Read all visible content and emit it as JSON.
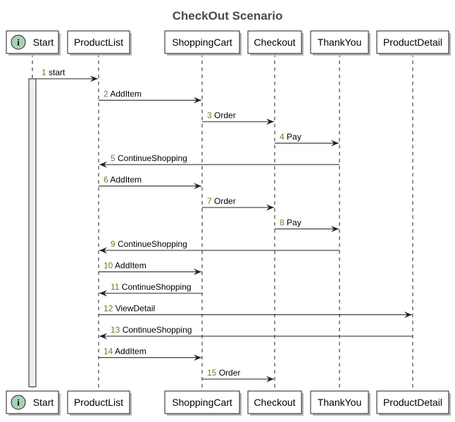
{
  "title": "CheckOut Scenario",
  "participants": [
    {
      "id": "start",
      "label": "Start",
      "badge": "i",
      "badge_color": "#a9d1b5"
    },
    {
      "id": "productlist",
      "label": "ProductList"
    },
    {
      "id": "shoppingcart",
      "label": "ShoppingCart"
    },
    {
      "id": "checkout",
      "label": "Checkout"
    },
    {
      "id": "thankyou",
      "label": "ThankYou"
    },
    {
      "id": "productdetail",
      "label": "ProductDetail"
    }
  ],
  "messages": [
    {
      "num": "1",
      "label": "start",
      "from": "start",
      "to": "productlist"
    },
    {
      "num": "2",
      "label": "AddItem",
      "from": "productlist",
      "to": "shoppingcart"
    },
    {
      "num": "3",
      "label": "Order",
      "from": "shoppingcart",
      "to": "checkout"
    },
    {
      "num": "4",
      "label": "Pay",
      "from": "checkout",
      "to": "thankyou"
    },
    {
      "num": "5",
      "label": "ContinueShopping",
      "from": "thankyou",
      "to": "productlist"
    },
    {
      "num": "6",
      "label": "AddItem",
      "from": "productlist",
      "to": "shoppingcart"
    },
    {
      "num": "7",
      "label": "Order",
      "from": "shoppingcart",
      "to": "checkout"
    },
    {
      "num": "8",
      "label": "Pay",
      "from": "checkout",
      "to": "thankyou"
    },
    {
      "num": "9",
      "label": "ContinueShopping",
      "from": "thankyou",
      "to": "productlist"
    },
    {
      "num": "10",
      "label": "AddItem",
      "from": "productlist",
      "to": "shoppingcart"
    },
    {
      "num": "11",
      "label": "ContinueShopping",
      "from": "shoppingcart",
      "to": "productlist"
    },
    {
      "num": "12",
      "label": "ViewDetail",
      "from": "productlist",
      "to": "productdetail"
    },
    {
      "num": "13",
      "label": "ContinueShopping",
      "from": "productdetail",
      "to": "productlist"
    },
    {
      "num": "14",
      "label": "AddItem",
      "from": "productlist",
      "to": "shoppingcart"
    },
    {
      "num": "15",
      "label": "Order",
      "from": "shoppingcart",
      "to": "checkout"
    }
  ],
  "colors": {
    "badge": "#a9d1b5",
    "number": "#6b7e1f",
    "title": "#4a4a4a",
    "activation": "#eeeeee"
  }
}
